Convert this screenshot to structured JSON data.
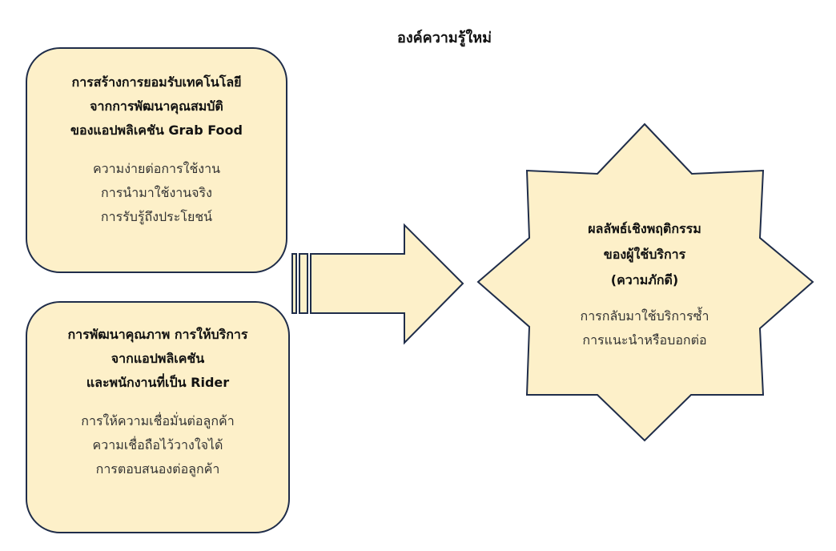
{
  "title": "องค์ความรู้ใหม่",
  "colors": {
    "fill": "#fdf0c9",
    "stroke": "#1f2d4a"
  },
  "box1": {
    "heading": [
      "การสร้างการยอมรับเทคโนโลยี",
      "จากการพัฒนาคุณสมบัติ",
      "ของแอปพลิเคชัน Grab Food"
    ],
    "items": [
      "ความง่ายต่อการใช้งาน",
      "การนำมาใช้งานจริง",
      "การรับรู้ถึงประโยชน์"
    ]
  },
  "box2": {
    "heading": [
      "การพัฒนาคุณภาพ การให้บริการ",
      "จากแอปพลิเคชัน",
      "และพนักงานที่เป็น Rider"
    ],
    "items": [
      "การให้ความเชื่อมั่นต่อลูกค้า",
      "ความเชื่อถือไว้วางใจได้",
      "การตอบสนองต่อลูกค้า"
    ]
  },
  "star": {
    "heading": [
      "ผลลัพธ์เชิงพฤติกรรม",
      "ของผู้ใช้บริการ",
      "(ความภักดี)"
    ],
    "items": [
      "การกลับมาใช้บริการซ้ำ",
      "การแนะนำหรือบอกต่อ"
    ]
  }
}
